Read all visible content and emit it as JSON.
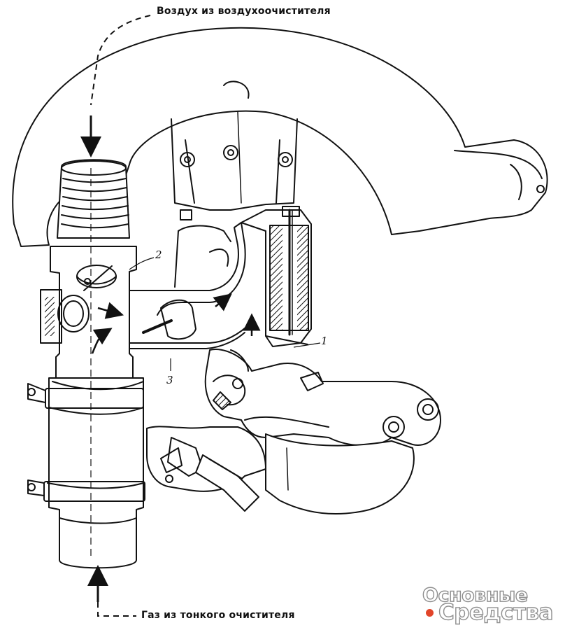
{
  "captions": {
    "air_in": "Воздух из воздухоочистителя",
    "gas_in": "Газ из тонкого очистителя"
  },
  "callouts": {
    "one": "1",
    "two": "2",
    "three": "3"
  },
  "watermark": {
    "line1": "Основные",
    "line2": "Средства",
    "dot_color": "#e2452a"
  },
  "colors": {
    "ink": "#111111",
    "background": "#ffffff"
  }
}
